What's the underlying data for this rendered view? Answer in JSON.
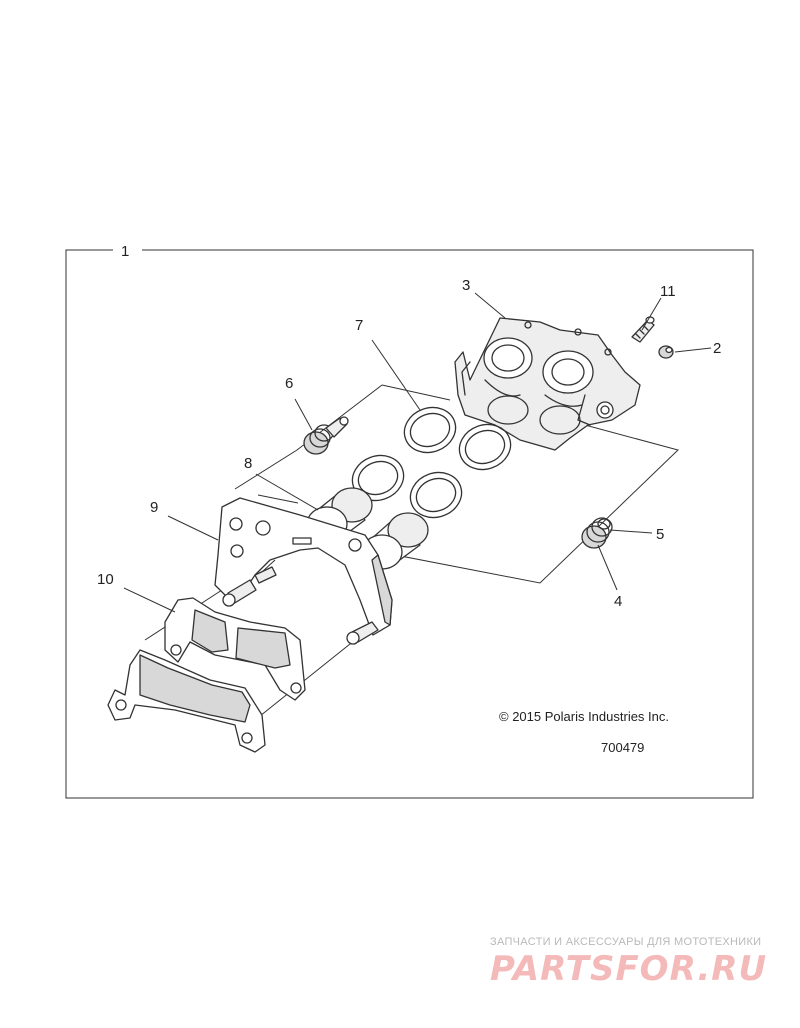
{
  "diagram": {
    "callouts": [
      "1",
      "2",
      "3",
      "4",
      "5",
      "6",
      "7",
      "8",
      "9",
      "10",
      "11"
    ],
    "copyright": "© 2015 Polaris Industries Inc.",
    "drawing_number": "700479"
  },
  "watermark": {
    "tagline": "ЗАПЧАСТИ И АКСЕССУАРЫ ДЛЯ МОТОТЕХНИКИ",
    "logo_text": "PARTSFOR.RU",
    "colors": {
      "tagline": "#b9b9b9",
      "logo_red": "#f4b9b9"
    }
  }
}
